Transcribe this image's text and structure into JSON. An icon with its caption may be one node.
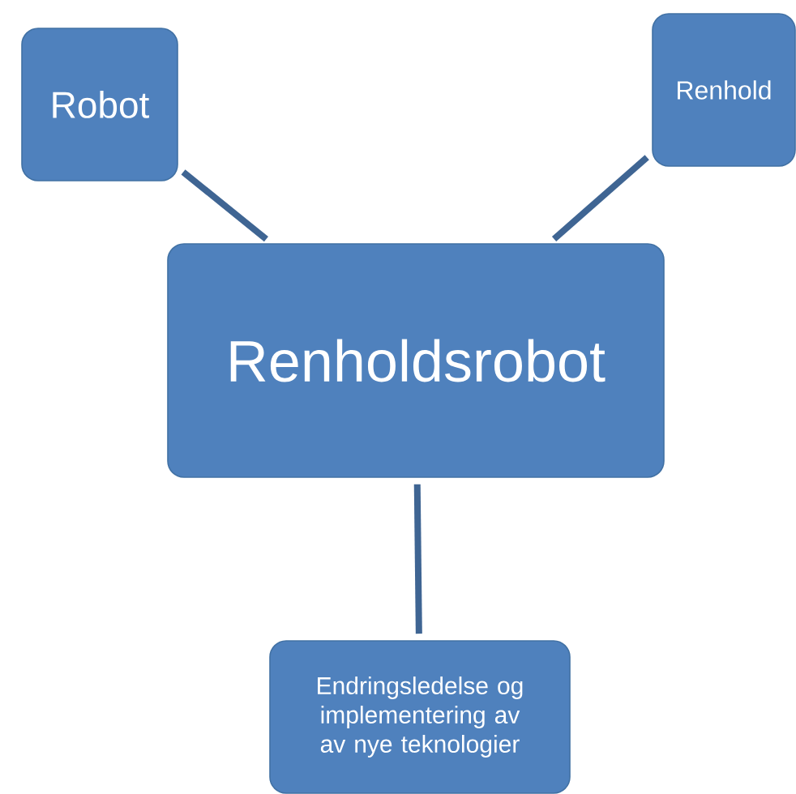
{
  "diagram": {
    "nodes": [
      {
        "text": [
          "Renholdsrobot"
        ]
      },
      {
        "text": [
          "Robot"
        ]
      },
      {
        "text": [
          "Renhold"
        ]
      },
      {
        "text": [
          "Endringsledelse og implementering av av nye teknologier"
        ]
      }
    ],
    "edges": [
      {
        "from": 1,
        "to": 0,
        "arrow": "none"
      },
      {
        "from": 2,
        "to": 0,
        "arrow": "none"
      },
      {
        "from": 0,
        "to": 3,
        "arrow": "none"
      }
    ]
  }
}
